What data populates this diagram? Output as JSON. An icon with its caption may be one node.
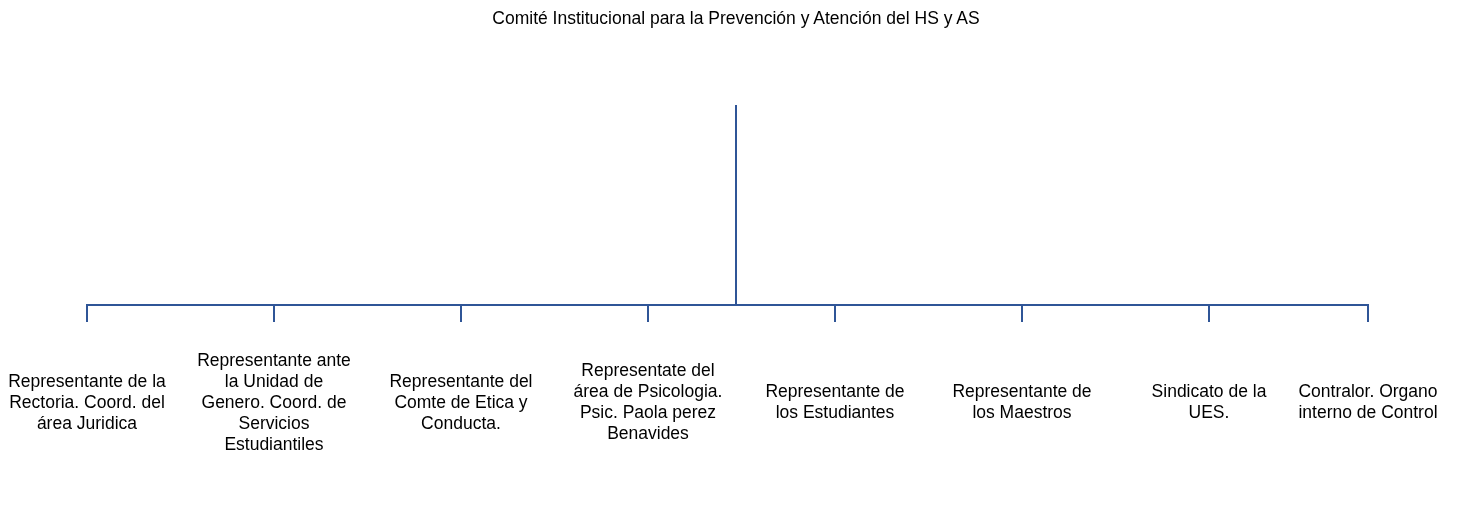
{
  "diagram": {
    "nodes": [
      {
        "text": [
          "Comité Institucional para la Prevención y Atención del HS y AS"
        ]
      },
      {
        "text": [
          "Representante de la Rectoria. Coord. del área Juridica"
        ]
      },
      {
        "text": [
          "Representante ante la Unidad de Genero. Coord. de Servicios Estudiantiles"
        ]
      },
      {
        "text": [
          "Representante del Comte de Etica y Conducta."
        ]
      },
      {
        "text": [
          "Representate del área de Psicologia. Psic. Paola perez Benavides"
        ]
      },
      {
        "text": [
          "Representante de los Estudiantes"
        ]
      },
      {
        "text": [
          "Representante de los Maestros"
        ]
      },
      {
        "text": [
          "Sindicato de la UES."
        ]
      },
      {
        "text": [
          "Contralor. Organo interno de Control"
        ]
      }
    ],
    "edges": [
      {
        "from": 0,
        "to": 1,
        "arrow": "none"
      },
      {
        "from": 0,
        "to": 2,
        "arrow": "none"
      },
      {
        "from": 0,
        "to": 3,
        "arrow": "none"
      },
      {
        "from": 0,
        "to": 4,
        "arrow": "none"
      },
      {
        "from": 0,
        "to": 5,
        "arrow": "none"
      },
      {
        "from": 0,
        "to": 6,
        "arrow": "none"
      },
      {
        "from": 0,
        "to": 7,
        "arrow": "none"
      },
      {
        "from": 0,
        "to": 8,
        "arrow": "none"
      }
    ]
  }
}
